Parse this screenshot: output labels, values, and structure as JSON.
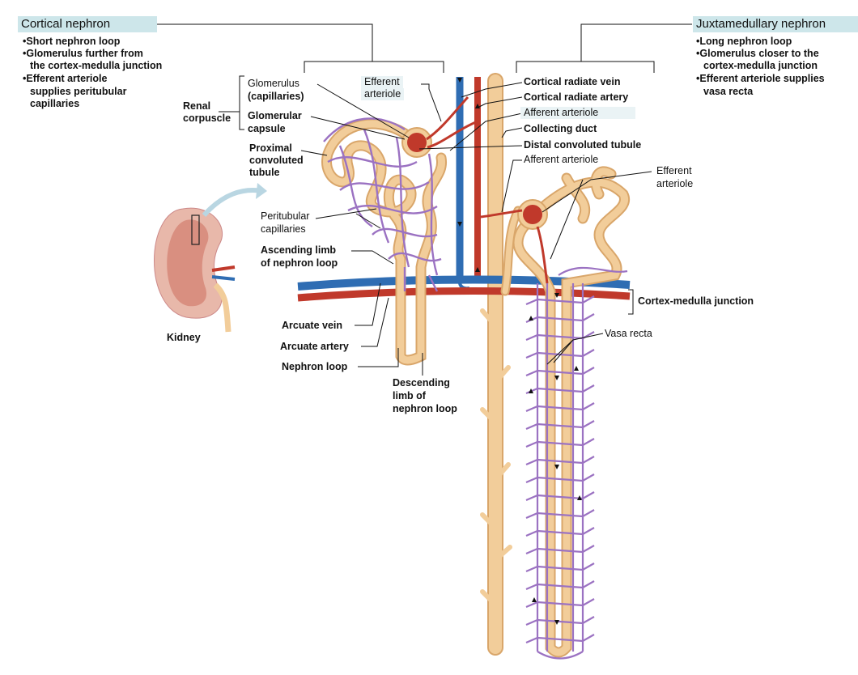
{
  "headers": {
    "cortical": "Cortical nephron",
    "juxtamedullary": "Juxtamedullary nephron"
  },
  "cortical_bullets": [
    "Short nephron loop",
    "Glomerulus further from",
    "the cortex-medulla junction",
    "Efferent arteriole",
    "supplies peritubular",
    "capillaries"
  ],
  "juxta_bullets": [
    "Long nephron loop",
    "Glomerulus closer to the",
    "cortex-medulla junction",
    "Efferent arteriole supplies",
    "vasa recta"
  ],
  "labels": {
    "glomerulus": "Glomerulus",
    "capillaries": "(capillaries)",
    "efferent_arteriole_left_1": "Efferent",
    "efferent_arteriole_left_2": "arteriole",
    "renal_corpuscle_1": "Renal",
    "renal_corpuscle_2": "corpuscle",
    "glomerular_capsule_1": "Glomerular",
    "glomerular_capsule_2": "capsule",
    "pct_1": "Proximal",
    "pct_2": "convoluted",
    "pct_3": "tubule",
    "peritubular_1": "Peritubular",
    "peritubular_2": "capillaries",
    "ascending_1": "Ascending limb",
    "ascending_2": "of nephron loop",
    "arcuate_vein": "Arcuate vein",
    "arcuate_artery": "Arcuate artery",
    "nephron_loop": "Nephron loop",
    "descending_1": "Descending",
    "descending_2": "limb of",
    "descending_3": "nephron loop",
    "kidney": "Kidney",
    "cortical_radiate_vein": "Cortical radiate vein",
    "cortical_radiate_artery": "Cortical radiate artery",
    "afferent_arteriole_top": "Afferent arteriole",
    "collecting_duct": "Collecting duct",
    "dct": "Distal convoluted tubule",
    "afferent_arteriole_right": "Afferent arteriole",
    "efferent_arteriole_right_1": "Efferent",
    "efferent_arteriole_right_2": "arteriole",
    "cortex_medulla": "Cortex-medulla junction",
    "vasa_recta": "Vasa recta"
  },
  "colors": {
    "header_bg": "#cde6ea",
    "tubule": "#f2cd9a",
    "tubule_edge": "#d9a66a",
    "capillary": "#9b72c2",
    "artery": "#c0392b",
    "vein": "#2f6db3",
    "kidney": "#d98f80"
  }
}
